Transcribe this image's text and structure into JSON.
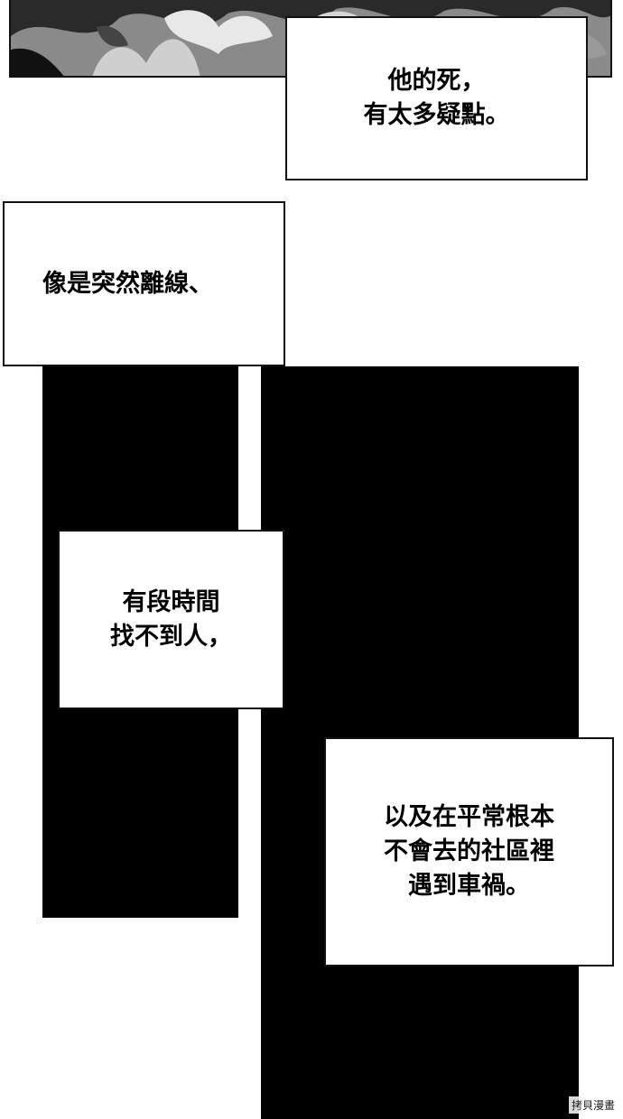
{
  "panels": {
    "top_art": {
      "description_icon": "foliage-art"
    }
  },
  "captions": {
    "caption1": "他的死，\n有太多疑點。",
    "caption2": "像是突然離線、",
    "caption3": "有段時間\n找不到人，",
    "caption4": "以及在平常根本\n不會去的社區裡\n遇到車禍。"
  },
  "watermark": {
    "text": "拷貝漫畫"
  },
  "colors": {
    "background": "#ffffff",
    "panel_black": "#000000",
    "border": "#111111"
  }
}
